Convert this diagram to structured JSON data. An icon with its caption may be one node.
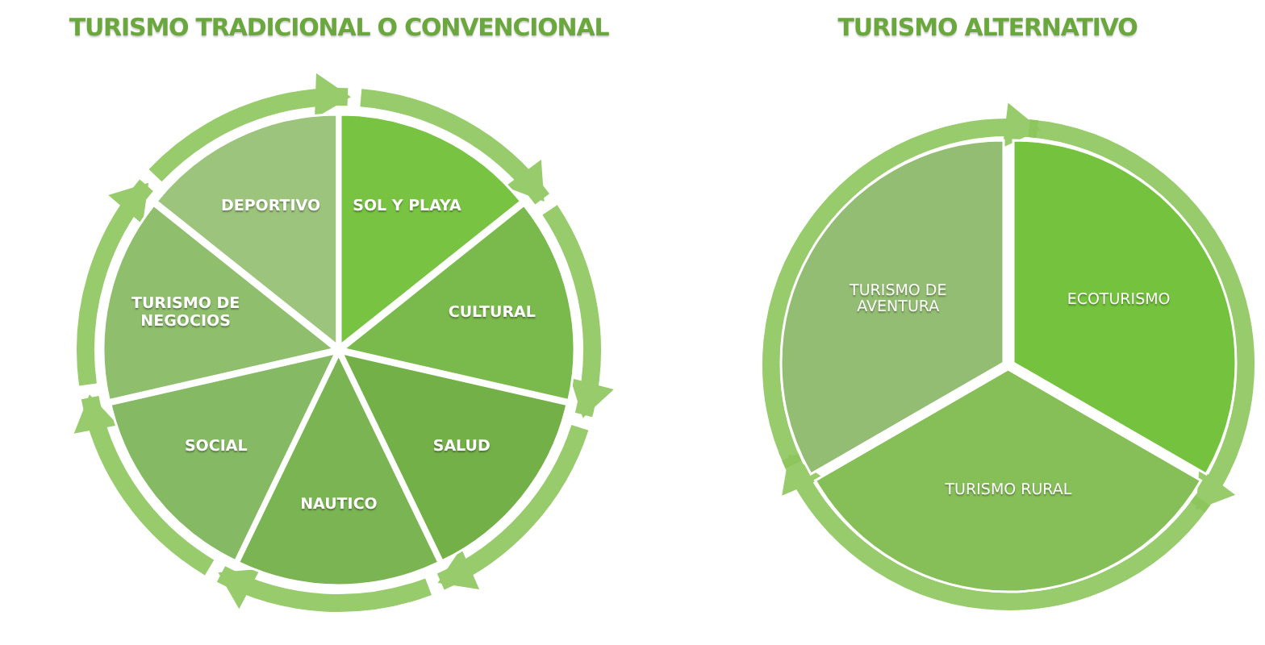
{
  "diagram": {
    "nodes": [
      {
        "text": [
          "DEPORTIVO"
        ]
      },
      {
        "text": [
          "SOL Y PLAYA"
        ]
      },
      {
        "text": [
          "CULTURAL"
        ]
      },
      {
        "text": [
          "SALUD"
        ]
      },
      {
        "text": [
          "NAUTICO"
        ]
      },
      {
        "text": [
          "SOCIAL"
        ]
      },
      {
        "text": [
          "TURISMO DE NEGOCIOS"
        ]
      },
      {
        "text": [
          "TURISMO DE AVENTURA"
        ]
      },
      {
        "text": [
          "ECOTURISMO"
        ]
      },
      {
        "text": [
          "TURISMO RURAL"
        ]
      }
    ],
    "edges": [
      {
        "from": 0,
        "to": 1,
        "arrow": "to"
      },
      {
        "from": 1,
        "to": 2,
        "arrow": "to"
      },
      {
        "from": 2,
        "to": 3,
        "arrow": "to"
      },
      {
        "from": 3,
        "to": 4,
        "arrow": "to"
      },
      {
        "from": 4,
        "to": 5,
        "arrow": "to"
      },
      {
        "from": 5,
        "to": 6,
        "arrow": "to"
      },
      {
        "from": 6,
        "to": 0,
        "arrow": "to"
      },
      {
        "from": 7,
        "to": 8,
        "arrow": "to"
      },
      {
        "from": 8,
        "to": 9,
        "arrow": "to"
      },
      {
        "from": 9,
        "to": 7,
        "arrow": "to"
      }
    ],
    "labels": [
      "TURISMO TRADICIONAL O CONVENCIONAL",
      "TURISMO ALTERNATIVO"
    ]
  }
}
